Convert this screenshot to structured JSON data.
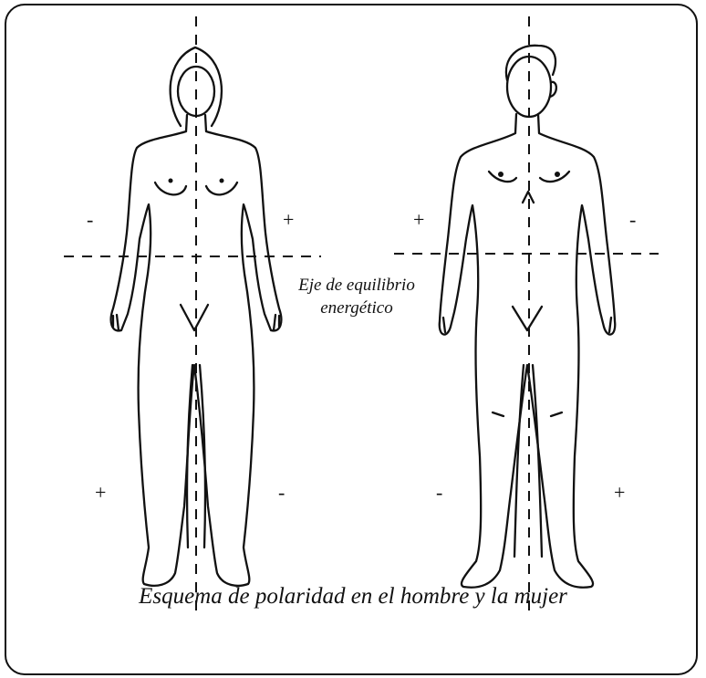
{
  "axis_label": {
    "line1": "Eje de equilibrio",
    "line2": "energético"
  },
  "caption": "Esquema de polaridad en el hombre y la mujer",
  "signs": {
    "woman_upper_left": "-",
    "woman_upper_right": "+",
    "woman_lower_left": "+",
    "woman_lower_right": "-",
    "man_upper_left": "+",
    "man_upper_right": "-",
    "man_lower_left": "-",
    "man_lower_right": "+"
  }
}
